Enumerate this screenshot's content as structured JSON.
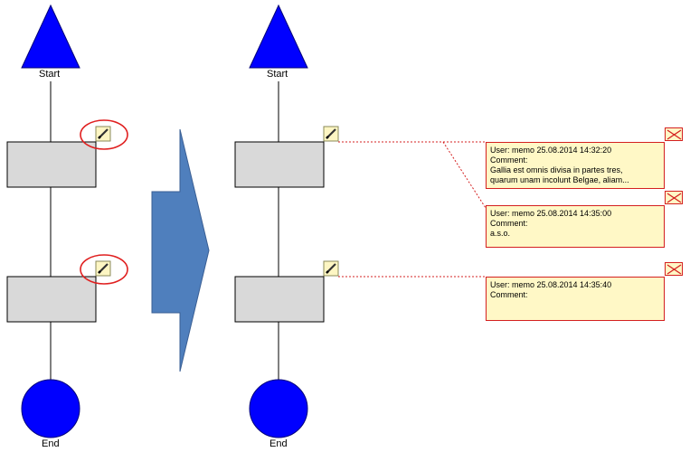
{
  "left_flow": {
    "start_label": "Start",
    "end_label": "End"
  },
  "right_flow": {
    "start_label": "Start",
    "end_label": "End"
  },
  "memos": [
    {
      "header": "User: memo  25.08.2014 14:32:20",
      "comment_label": "Comment:",
      "lines": [
        "Gallia est omnis divisa in partes tres,",
        "quarum unam incolunt Belgae, aliam..."
      ]
    },
    {
      "header": "User: memo  25.08.2014 14:35:00",
      "comment_label": "Comment:",
      "lines": [
        "a.s.o."
      ]
    },
    {
      "header": "User: memo  25.08.2014 14:35:40",
      "comment_label": "Comment:",
      "lines": []
    }
  ],
  "colors": {
    "shape_blue": "#0000ff",
    "task_fill": "#d9d9d9",
    "arrow_blue": "#4f7fbd",
    "highlight_red": "#e02020",
    "memo_fill": "#fff8c6",
    "memo_border": "#d42020",
    "memo_icon_fill": "#fdf6c3"
  },
  "icons": {
    "memo_pencil": "pencil-icon",
    "memo_close": "close-x-icon"
  }
}
